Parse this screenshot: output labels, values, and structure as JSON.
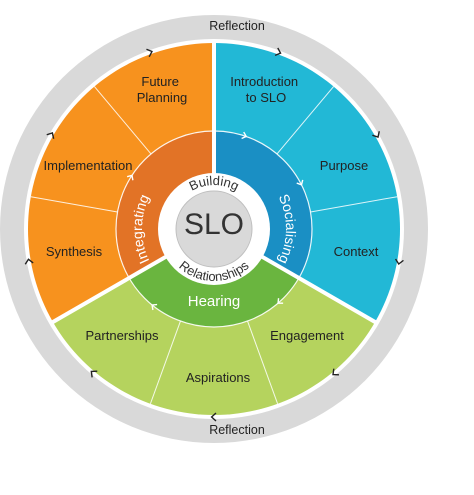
{
  "reflection": {
    "top": "Reflection",
    "bottom": "Reflection"
  },
  "center": {
    "label": "SLO"
  },
  "core": {
    "top": "Building",
    "bottom": "Relationships"
  },
  "inner": {
    "integrating": "Integrating",
    "socialising": "Socialising",
    "hearing": "Hearing"
  },
  "outer": {
    "future_planning": [
      "Future",
      "Planning"
    ],
    "implementation": "Implementation",
    "synthesis": "Synthesis",
    "introduction": [
      "Introduction",
      "to SLO"
    ],
    "purpose": "Purpose",
    "context": "Context",
    "partnerships": "Partnerships",
    "aspirations": "Aspirations",
    "engagement": "Engagement"
  },
  "colors": {
    "ring": "#d9d9d9",
    "orange_outer": "#f7921e",
    "orange_inner": "#e27326",
    "blue_outer": "#22b8d6",
    "blue_inner": "#1a8fc4",
    "green_outer": "#b5d35e",
    "green_inner": "#6ab53f",
    "core": "#ffffff",
    "center": "#d9d9d9"
  }
}
